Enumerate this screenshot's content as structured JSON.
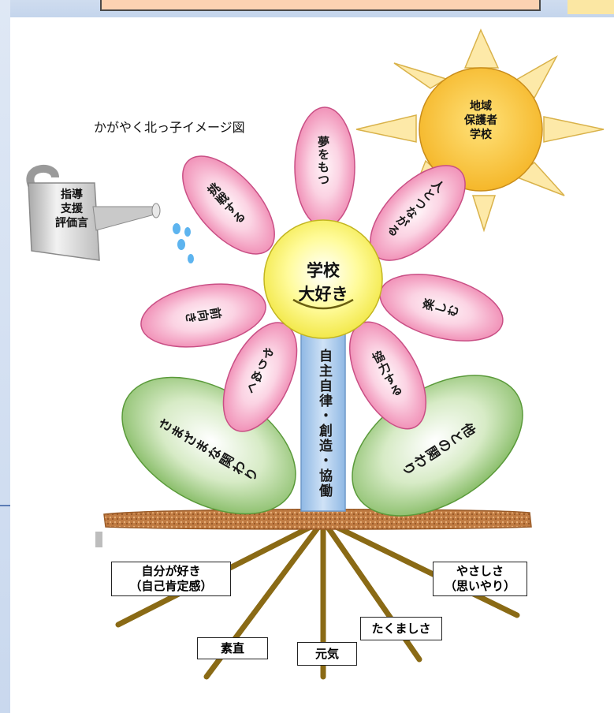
{
  "diagram": {
    "title": "かがやく北っ子イメージ図",
    "sun_text": [
      "地域",
      "保護者",
      "学校"
    ],
    "watering_can_text": [
      "指導",
      "支援",
      "評価言"
    ],
    "center_text": [
      "学校",
      "大好き"
    ],
    "stem_text": "自主自律・創造・協働",
    "petals": {
      "top": "夢をもつ",
      "upper_left": "挑戦する",
      "upper_right": "人とつながる",
      "left": "前向き",
      "right": "楽しむ",
      "lower_left": "やりぬく",
      "lower_right": "協力する"
    },
    "leaves": {
      "left": "さまざまな関わり",
      "right": "他との関わり"
    },
    "roots": {
      "jibun_line1": "自分が好き",
      "jibun_line2": "（自己肯定感）",
      "sunao": "素直",
      "genki": "元気",
      "takumashisa": "たくましさ",
      "yasashisa_line1": "やさしさ",
      "yasashisa_line2": "（思いやり）"
    },
    "colors": {
      "petal": "#f08cb3",
      "petal_light": "#fde4ee",
      "center": "#fff462",
      "sun": "#f7c33a",
      "ray": "#fde9a8",
      "leaf": "#7fba5c",
      "stem": "#9ec3e8",
      "soil": "#b8733d",
      "root": "#8a6a15"
    }
  }
}
